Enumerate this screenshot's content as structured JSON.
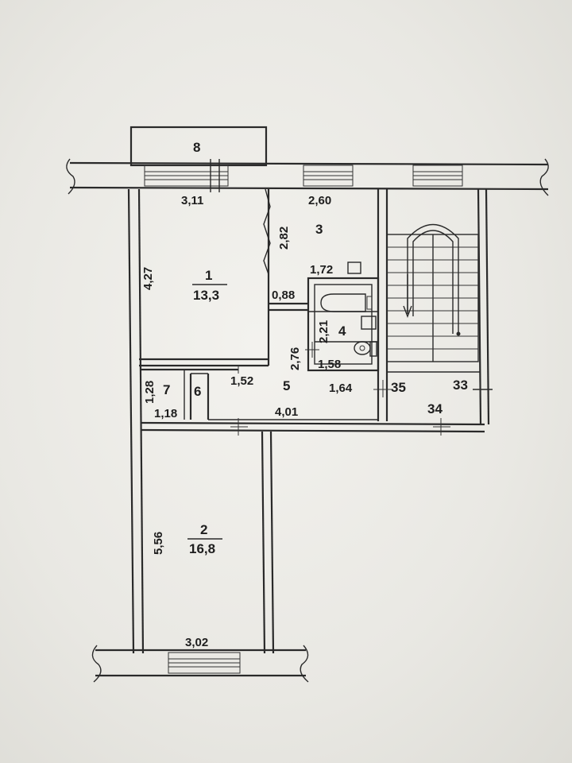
{
  "rooms": [
    {
      "id": "1",
      "area": "13,3"
    },
    {
      "id": "2",
      "area": "16,8"
    },
    {
      "id": "3"
    },
    {
      "id": "4"
    },
    {
      "id": "5"
    },
    {
      "id": "6"
    },
    {
      "id": "7"
    },
    {
      "id": "8"
    }
  ],
  "dimensions": {
    "room1_width": "3,11",
    "room1_length": "4,27",
    "room3_width": "2,60",
    "room3_length": "2,82",
    "bath_width": "1,72",
    "passage_width": "0,88",
    "bath_length": "2,21",
    "hall_length": "2,76",
    "wc_width": "1,58",
    "hall_segment": "1,52",
    "hall_bottom_right": "1,64",
    "hall_width": "4,01",
    "closet_length": "1,28",
    "closet_width": "1,18",
    "room2_length": "5,56",
    "room2_width": "3,02"
  },
  "stair_labels": {
    "a": "35",
    "b": "33",
    "c": "34"
  }
}
